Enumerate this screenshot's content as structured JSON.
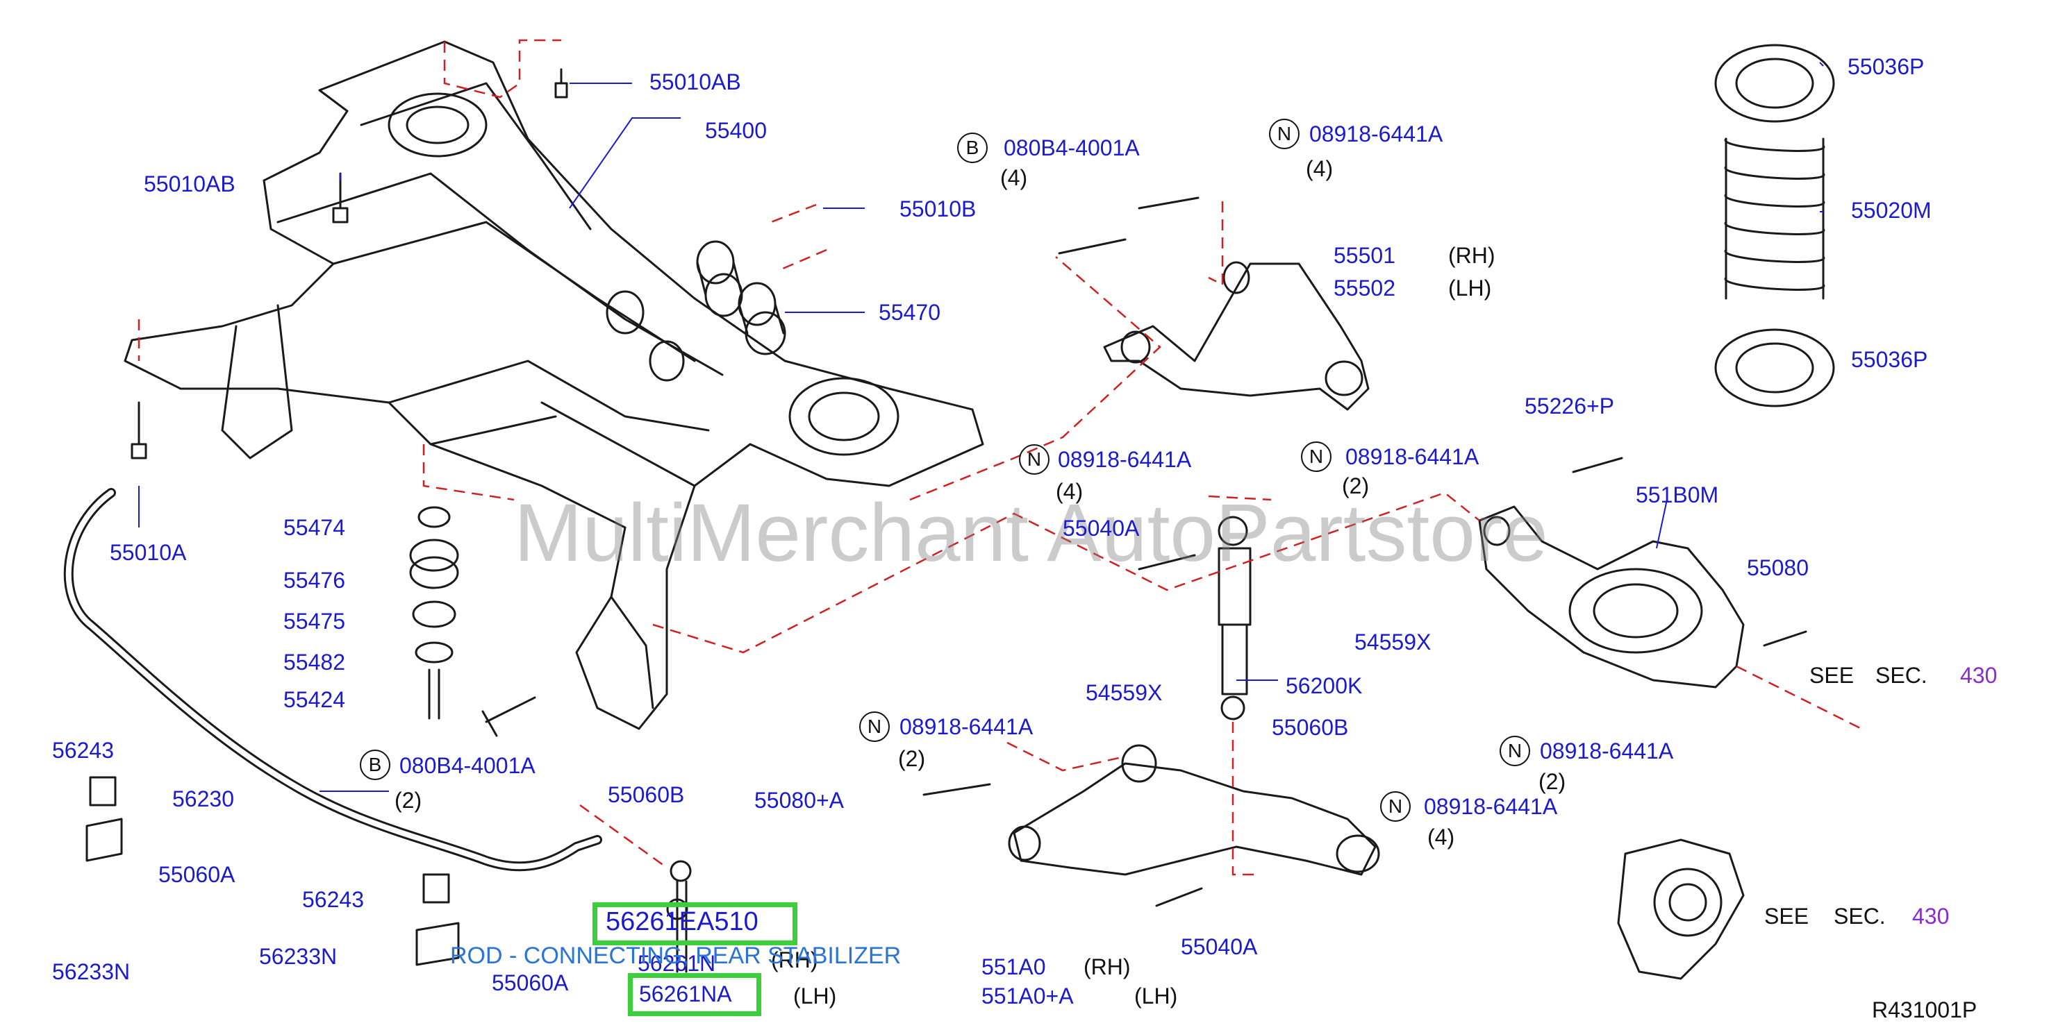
{
  "watermark": "MultiMerchant AutoPartstore",
  "diagram_code": "R431001P",
  "colors": {
    "part_number": "#1a1ad0",
    "section_ref": "#8a2bd0",
    "highlight": "#3ccf3c",
    "tooltip": "#2a74d8",
    "leader": "#d02020"
  },
  "labels": {
    "p55010AB_top": "55010AB",
    "p55400": "55400",
    "p55010AB_left": "55010AB",
    "p55010B": "55010B",
    "p55470": "55470",
    "p55010A": "55010A",
    "p55474": "55474",
    "p55476": "55476",
    "p55475": "55475",
    "p55482": "55482",
    "p55424": "55424",
    "b_bolt_left": "080B4-4001A",
    "b_bolt_left_qty": "(2)",
    "p56243_a": "56243",
    "p56230": "56230",
    "p55060A_a": "55060A",
    "p56233N_a": "56233N",
    "p56243_b": "56243",
    "p56233N_b": "56233N",
    "p55060A_b": "55060A",
    "p55060B_a": "55060B",
    "p56261N": "56261N",
    "rh": "(RH)",
    "lh": "(LH)",
    "b_bolt_top": "080B4-4001A",
    "b_bolt_top_qty": "(4)",
    "n_nut_top": "08918-6441A",
    "n_nut_top_qty": "(4)",
    "p55501": "55501",
    "p55502": "55502",
    "p55036P_top": "55036P",
    "p55020M": "55020M",
    "p55036P_bottom": "55036P",
    "n_nut_mid": "08918-6441A",
    "n_nut_mid_qty": "(4)",
    "n_nut_right": "08918-6441A",
    "n_nut_right_qty": "(2)",
    "p55226P": "55226+P",
    "p551B0M": "551B0M",
    "p55040A_a": "55040A",
    "p55080": "55080",
    "p54559X_a": "54559X",
    "p54559X_b": "54559X",
    "p56200K": "56200K",
    "see_sec_1": "SEE",
    "sec_1": "SEC.",
    "sec_num_1": "430",
    "n_nut_lower_left": "08918-6441A",
    "n_nut_lower_left_qty": "(2)",
    "p55060B_b": "55060B",
    "n_nut_lower_right": "08918-6441A",
    "n_nut_lower_right_qty": "(2)",
    "p55080A": "55080+A",
    "n_nut_bottom": "08918-6441A",
    "n_nut_bottom_qty": "(4)",
    "p551A0": "551A0",
    "p551A0A": "551A0+A",
    "p55040A_b": "55040A",
    "see_sec_2": "SEE",
    "sec_2": "SEC.",
    "sec_num_2": "430",
    "hl_1": "56261EA510",
    "hl_2": "56261NA",
    "tooltip": "ROD - CONNECTING, REAR STABILIZER",
    "circle_b": "B",
    "circle_n": "N"
  }
}
